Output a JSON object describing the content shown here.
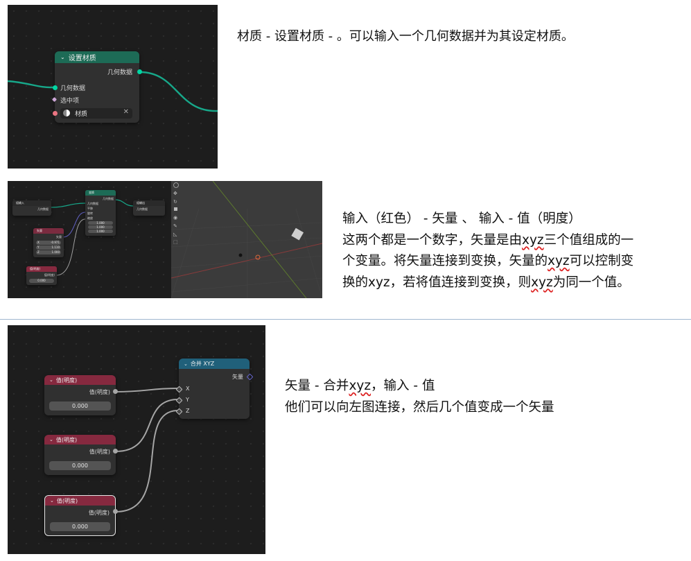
{
  "panel1": {
    "node": {
      "title": "设置材质",
      "output": "几何数据",
      "inputs": [
        "几何数据",
        "选中项"
      ],
      "material": "材质"
    }
  },
  "note1": {
    "line1": "材质 - 设置材质 - 。可以输入一个几何数据并为其设定材质。"
  },
  "panel2": {
    "nodes": {
      "group_input": {
        "title": "组输入",
        "output": "几何数据"
      },
      "transform": {
        "title": "变换",
        "output": "几何数据",
        "inputs": [
          "几何数据",
          "平移",
          "旋转",
          "缩放"
        ],
        "scale": [
          "1.000",
          "1.000",
          "1.000"
        ]
      },
      "vector": {
        "title": "矢量",
        "output": "矢量",
        "values": [
          "-0.971",
          "1.110",
          "1.000"
        ],
        "axes": [
          "X",
          "Y",
          "Z"
        ]
      },
      "value": {
        "title": "值(明度)",
        "output": "值(明度)",
        "value": "0.000"
      },
      "group_output": {
        "title": "组输出",
        "input": "几何数据"
      }
    }
  },
  "note2": {
    "line1": "输入（红色） - 矢量 、 输入 - 值（明度）",
    "line2_a": "这两个都是一个数字，矢量是由",
    "line2_b": "xyz",
    "line2_c": "三个值组成的一",
    "line3_a": "个变量。将矢量连接到变换，矢量的",
    "line3_b": "xyz",
    "line3_c": "可以控制变",
    "line4_a": "换的xyz，若将值连接到变换，则",
    "line4_b": "xyz",
    "line4_c": "为同一个值。"
  },
  "panel3": {
    "value_nodes": [
      {
        "title": "值(明度)",
        "output": "值(明度)",
        "value": "0.000"
      },
      {
        "title": "值(明度)",
        "output": "值(明度)",
        "value": "0.000"
      },
      {
        "title": "值(明度)",
        "output": "值(明度)",
        "value": "0.000"
      }
    ],
    "combine": {
      "title": "合并 XYZ",
      "output": "矢量",
      "inputs": [
        "X",
        "Y",
        "Z"
      ]
    }
  },
  "note3": {
    "line1_a": "矢量 - 合并",
    "line1_b": "xyz",
    "line1_c": "，输入 - 值",
    "line2": "他们可以向左图连接，然后几个值变成一个矢量"
  },
  "colors": {
    "geometry_socket": "#00d6a3",
    "wire_geometry": "#17a88a",
    "vector_header": "#7a2b3f",
    "value_header": "#86293f",
    "transform_header": "#1d6b56",
    "combine_header": "#20607a",
    "material_socket": "#eb7582",
    "selection_socket": "#cca6d6",
    "vector_socket": "#6363c7"
  }
}
